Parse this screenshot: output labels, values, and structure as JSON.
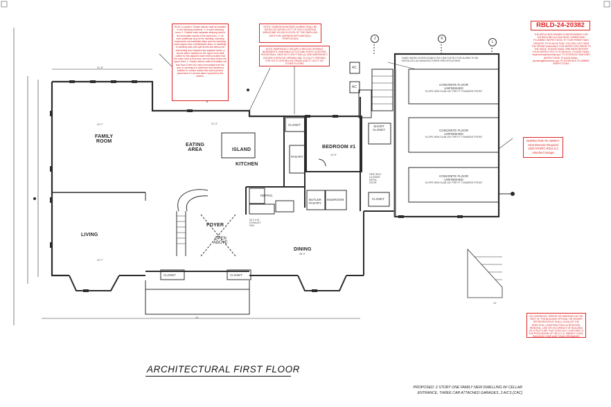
{
  "permit_number": "RBLD-24-20382",
  "sheet_title": "ARCHITECTURAL FIRST FLOOR",
  "footer_lines": [
    "PROPOSED: 2 STORY ONE FAMILY NEW DWELLING W/ CELLAR",
    "ENTRANCE, THREE CAR ATTACHED GARAGES, 2 A/CS [CAC]"
  ],
  "rooms": {
    "family_room_line1": "FAMILY",
    "family_room_line2": "ROOM",
    "eating_area_line1": "EATING",
    "eating_area_line2": "AREA",
    "island": "ISLAND",
    "kitchen": "KITCHEN",
    "bedroom": "BEDROOM #1",
    "living": "LIVING",
    "foyer": "FOYER",
    "open_above_line1": "OPEN",
    "open_above_line2": "ABOVE",
    "dining": "DINING",
    "pantry": "PANTRY",
    "closet": "CLOSET",
    "short_closet_line1": "SHORT",
    "short_closet_line2": "CLOSET",
    "butler_pantry_line1": "BUTLER",
    "butler_pantry_line2": "PANTRY",
    "mudroom": "MUDROOM",
    "refrig": "REFRIG.",
    "closet_left": "CLOSET",
    "closet_right": "CLOSET",
    "closet_garage": "CLOSET"
  },
  "garage_bays": [
    {
      "line1": "CONCRETE FLOOR",
      "line2": "UNFINISHED",
      "slope": "SLOPE NEW SLAB 1/8\" PER FT TOWARDS FRONT"
    },
    {
      "line1": "CONCRETE FLOOR",
      "line2": "UNFINISHED",
      "slope": "SLOPE NEW SLAB 1/8\" PER FT TOWARDS FRONT"
    },
    {
      "line1": "CONCRETE FLOOR",
      "line2": "UNFINISHED",
      "slope": "SLOPE NEW SLAB 1/8\" PER FT TOWARDS FRONT"
    }
  ],
  "labels": {
    "garage_door": "FIRE SELF CLOSING METAL DOOR",
    "exhaust_fan": "50 C.F.M EXHAUST FAN",
    "heat_alarm": "HARD WIRED INTERCONNECTED HEAT DETECTOR ALARM TO BE INSTALLED AS MANUFACTURER SPECIFICATIONS",
    "ac1": "AC",
    "ac2": "AC",
    "grid_j": "J",
    "grid_k": "K",
    "grid_l": "L",
    "dim_top": "21'-8\"",
    "dim_family": "22'-7\"",
    "dim_eating": "21'-3\"",
    "dim_bedroom": "14'-9\"",
    "dim_front": "24'",
    "dim_living": "22'-7\"",
    "dim_dining": "28'-4\"",
    "dim_stair": "14'"
  },
  "notes": {
    "smoke_alarm": "R314.3 Location: Smoke alarms shall be installed in the following locations: 1. In each sleeping room. 2. Outside each separate sleeping area in the immediate vicinity of the bedrooms. 3. On each additional story of the dwelling, including basements and habitable attics and not including crawl spaces and uninhabitable attics. In dwellings or dwelling units with split levels and without an intervening door between the adjacent levels, a smoke alarm installed on the upper level shall suffice for the adjacent lower level provided that the lower level is less than one full story below the upper level. 4. Smoke alarms shall be installed not less than 3 feet (914 mm) horizontally from the door or opening of a bathroom that contains a bathtub or shower unless this would prevent placement of a smoke alarm required by this section.",
    "co_alarm": "NOTE: CARBON MONOXIDE ALARMS SHALL BE INSTALLED WITHIN 15 FT OF EACH SLEEPING AREAS AND ON EACH LEVEL OF THE DWELLING WITH FUEL BURNING APPLIANCE(S) / FIREPLACE(S)",
    "egress": "NOTE: EMERGENCY ESCAPE & RESCUE OPENING BASEMENTS, HABITABLE ATTICS AND EVERY SLEEPING ROOM SHALL HAVE NOT LESS THAN (1) ONE EMERGENCY ESCAPE & RESCUE OPENING MIN. 5.0 SQ FT OPENING FOR 1ST FLOOR BELOW GRADE AND 5.7 SQ FT ON OTHER FLOORS",
    "approval": "THE APPLICANT/OWNER IS RESPONSIBLE FOR SCHEDULING ALL BUILDING, ZONING AND PLUMBING INSPECTIONS. IF YOUR PERMIT WAS CREATED TO PLAN ACTION, YOU WILL NOT HAVE THE PERMIT AVAILABLE FOR INSPECTION PRIOR TO THE ISSUE. PLEASE EMAIL ONE WEEK BEFORE YOUR INSPECTION TO SCHEDULE. PLEASE EMAIL: inspections@townofrye.gov TO SCHEDULE BUILDING INSPECTIONS. PLEASE EMAIL: plumbing@townofrye.gov TO SCHEDULE PLUMBING INSPECTIONS",
    "inspector": "INSPECTOR TO VERIFY Heat Detector Required 2020 NYSRC R314.2.3 Attached Garage",
    "disclaimer": "NO OVERSIGHT, ERROR OR OMISSION ON THE PART OF THE BUILDING OFFICIAL OR HIS/HER REPRESENTATIVE SHALL LEGALIZE THE ERECTION, CONSTRUCTION, ALTERATION, REMOVAL, USE OR OCCUPANCY OF BUILDING OR STRUCTURE THAT DOES NOT CONFORM TO THE PROVISIONS OF THE N.Y.S. ENERGY CODE, BUILDING CODE AND TOWN ORDINANCE"
  },
  "colors": {
    "line": "#2a2a2a",
    "red_stamp": "#d22222",
    "garage_fill": "#ffffff"
  }
}
